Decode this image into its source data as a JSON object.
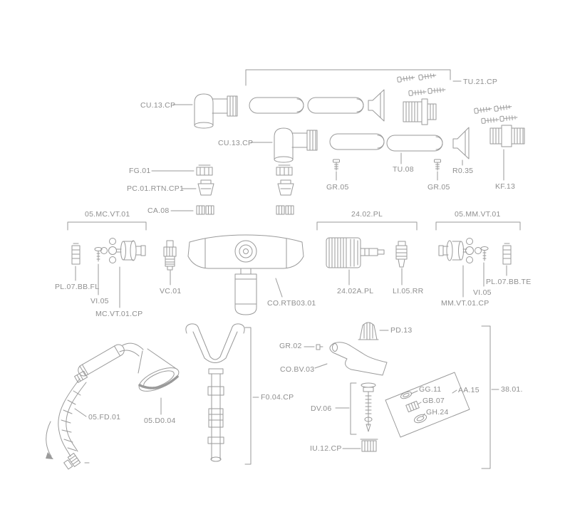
{
  "figure": {
    "kind": "exploded-parts-diagram"
  },
  "colors": {
    "background": "#ffffff",
    "line": "#9a9a9a",
    "label": "#8f8f8f"
  },
  "labels": [
    {
      "text": "TU.21.CP"
    },
    {
      "text": "CU.13.CP"
    },
    {
      "text": "CU.13.CP"
    },
    {
      "text": "FG.01"
    },
    {
      "text": "PC.01.RTN.CP1"
    },
    {
      "text": "GR.05"
    },
    {
      "text": "TU.08"
    },
    {
      "text": "GR.05"
    },
    {
      "text": "R0.35"
    },
    {
      "text": "KF.13"
    },
    {
      "text": "CA.08"
    },
    {
      "text": "05.MC.VT.01"
    },
    {
      "text": "24.02.PL"
    },
    {
      "text": "05.MM.VT.01"
    },
    {
      "text": "PL.07.BB.FL"
    },
    {
      "text": "VI.05"
    },
    {
      "text": "MC.VT.01.CP"
    },
    {
      "text": "VC.01"
    },
    {
      "text": "CO.RTB03.01"
    },
    {
      "text": "24.02A.PL"
    },
    {
      "text": "LI.05.RR"
    },
    {
      "text": "PL.07.BB.TE"
    },
    {
      "text": "VI.05"
    },
    {
      "text": "MM.VT.01.CP"
    },
    {
      "text": "PD.13"
    },
    {
      "text": "GR.02"
    },
    {
      "text": "CO.BV.03"
    },
    {
      "text": "F0.04.CP"
    },
    {
      "text": "05.FD.01"
    },
    {
      "text": "05.D0.04"
    },
    {
      "text": "DV.06"
    },
    {
      "text": "GG.11"
    },
    {
      "text": "GB.07"
    },
    {
      "text": "GH.24"
    },
    {
      "text": "AA.15"
    },
    {
      "text": "38.01."
    },
    {
      "text": "IU.12.CP"
    }
  ]
}
